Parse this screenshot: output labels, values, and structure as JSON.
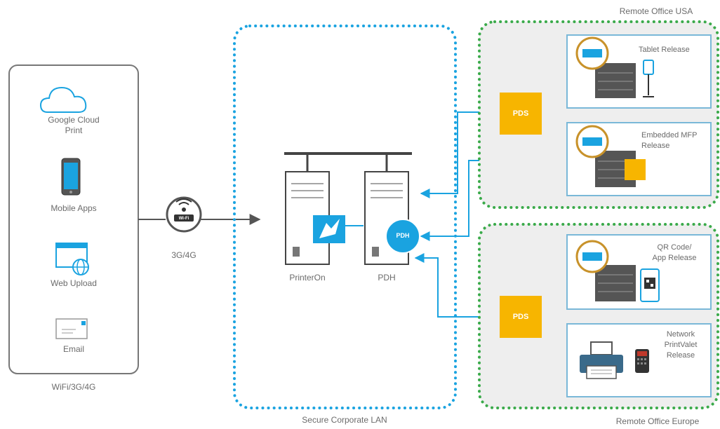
{
  "sources": {
    "google_cloud_print": "Google Cloud\nPrint",
    "mobile_apps": "Mobile Apps",
    "web_upload": "Web Upload",
    "email": "Email",
    "group_label": "WiFi/3G/4G"
  },
  "network": {
    "wifi_badge": "Wi-Fi",
    "label": "3G/4G"
  },
  "corporate_lan": {
    "label": "Secure Corporate LAN",
    "printeron_label": "PrinterOn",
    "pdh_label": "PDH",
    "pdh_badge": "PDH"
  },
  "remote_usa": {
    "label": "Remote Office USA",
    "pds": "PDS",
    "tablet_release": "Tablet Release",
    "embedded_mfp": "Embedded MFP\nRelease"
  },
  "remote_europe": {
    "label": "Remote Office Europe",
    "pds": "PDS",
    "qr_release": "QR Code/\nApp Release",
    "network_release": "Network\nPrintValet\nRelease"
  },
  "colors": {
    "blue": "#1aa3e0",
    "green": "#3aaa4a",
    "orange": "#f7b500",
    "box_border": "#7ab8d8",
    "grey": "#6b6b6b"
  }
}
